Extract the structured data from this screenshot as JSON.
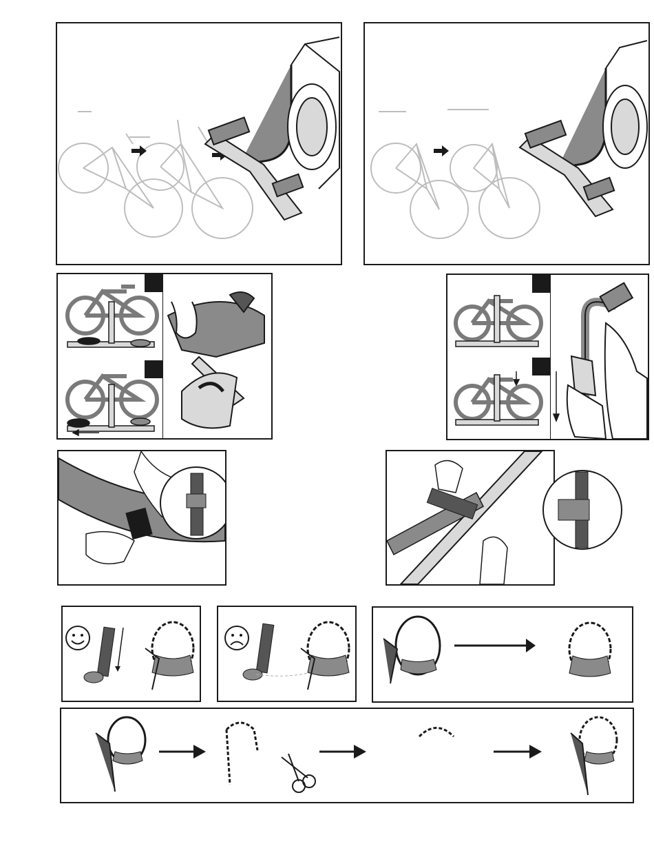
{
  "page": {
    "description_free": true
  },
  "panels": {
    "loading_step_a": {
      "icon": "bike-loading-sequence"
    },
    "loading_step_b": {
      "icon": "bike-loading-sequence-alt"
    },
    "cradle_left": {
      "icon": "cradle-adjust"
    },
    "cradle_right": {
      "icon": "cradle-lower"
    },
    "strap_wheel": {
      "icon": "wheel-strap"
    },
    "strap_frame": {
      "icon": "frame-strap"
    },
    "strap_good": {
      "icon": "smiley-face-icon"
    },
    "strap_bad": {
      "icon": "frowny-face-icon"
    },
    "strap_loop": {
      "icon": "strap-loop"
    },
    "strap_trim": {
      "icon": "scissors-icon"
    }
  },
  "colors": {
    "line": "#1a1a1a",
    "fill_gray": "#8a8a8a",
    "fill_light": "#d9d9d9",
    "fill_dark": "#555555"
  }
}
